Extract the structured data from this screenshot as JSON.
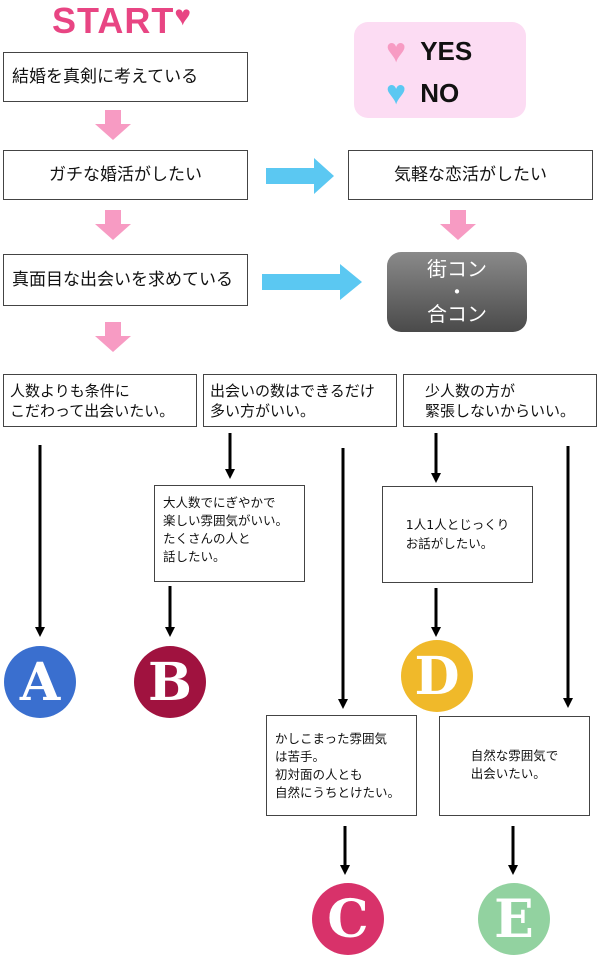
{
  "start": "START",
  "legend": {
    "yes": "YES",
    "no": "NO",
    "yes_color": "#f79bc3",
    "no_color": "#5bc8f2"
  },
  "nodes": {
    "q1": "結婚を真剣に考えている",
    "q2": "ガチな婚活がしたい",
    "q3": "気軽な恋活がしたい",
    "q4": "真面目な出会いを求めている",
    "meet_line1": "街コン",
    "meet_line2": "・",
    "meet_line3": "合コン",
    "o1": "人数よりも条件に\nこだわって出会いたい。",
    "o2": "出会いの数はできるだけ\n多い方がいい。",
    "o3": "少人数の方が\n緊張しないからいい。",
    "s_b": "大人数でにぎやかで\n楽しい雰囲気がいい。\nたくさんの人と\n話したい。",
    "s_d": "1人1人とじっくり\nお話がしたい。",
    "s_c": "かしこまった雰囲気\nは苦手。\n初対面の人とも\n自然にうちとけたい。",
    "s_e": "自然な雰囲気で\n出会いたい。"
  },
  "results": [
    {
      "letter": "A",
      "color": "#3a6fcf"
    },
    {
      "letter": "B",
      "color": "#a0123f"
    },
    {
      "letter": "C",
      "color": "#d8326a"
    },
    {
      "letter": "D",
      "color": "#f0b92a"
    },
    {
      "letter": "E",
      "color": "#92d2a0"
    }
  ],
  "colors": {
    "start": "#e84583",
    "legend_bg": "#fcdcf3"
  }
}
